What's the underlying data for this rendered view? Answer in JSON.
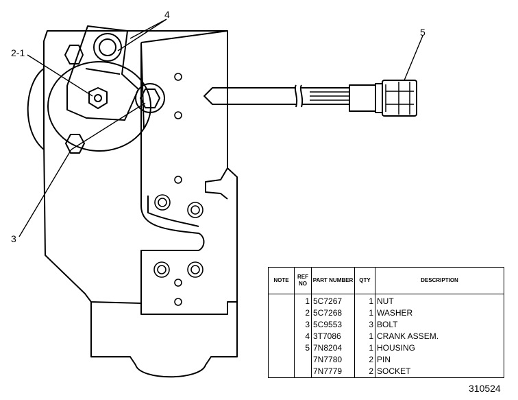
{
  "callouts": {
    "c1": "2-1",
    "c2": "4",
    "c3": "3",
    "c4": "5"
  },
  "table": {
    "headers": {
      "note": "NOTE",
      "ref": "REF NO",
      "part": "PART NUMBER",
      "qty": "QTY",
      "desc": "DESCRIPTION"
    },
    "rows": [
      {
        "note": "",
        "ref": "1",
        "part": "5C7267",
        "qty": "1",
        "desc": "NUT"
      },
      {
        "note": "",
        "ref": "2",
        "part": "5C7268",
        "qty": "1",
        "desc": "WASHER"
      },
      {
        "note": "",
        "ref": "3",
        "part": "5C9553",
        "qty": "3",
        "desc": "BOLT"
      },
      {
        "note": "",
        "ref": "4",
        "part": "3T7086",
        "qty": "1",
        "desc": "CRANK ASSEM."
      },
      {
        "note": "",
        "ref": "5",
        "part": "7N8204",
        "qty": "1",
        "desc": "HOUSING"
      },
      {
        "note": "",
        "ref": "",
        "part": "7N7780",
        "qty": "2",
        "desc": "PIN"
      },
      {
        "note": "",
        "ref": "",
        "part": "7N7779",
        "qty": "2",
        "desc": "SOCKET"
      }
    ]
  },
  "doc_number": "310524"
}
